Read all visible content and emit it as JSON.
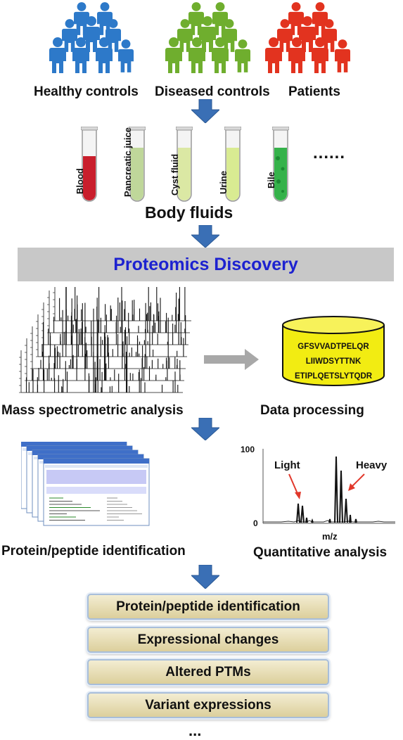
{
  "groups": [
    {
      "label": "Healthy controls",
      "color": "#2d79c9"
    },
    {
      "label": "Diseased controls",
      "color": "#6fae2e"
    },
    {
      "label": "Patients",
      "color": "#e2331f"
    }
  ],
  "fluids": [
    {
      "label": "Blood",
      "color": "#c91e2c"
    },
    {
      "label": "Pancreatic juice",
      "color": "#bfd79a"
    },
    {
      "label": "Cyst fluid",
      "color": "#dbe8a4"
    },
    {
      "label": "Urine",
      "color": "#d9eb92"
    },
    {
      "label": "Bile",
      "color": "#35b24a"
    }
  ],
  "fluids_more": "......",
  "body_fluids_label": "Body fluids",
  "banner": "Proteomics Discovery",
  "ms_label": "Mass spectrometric analysis",
  "data_processing_label": "Data processing",
  "peptides": [
    "GFSVVADTPELQR",
    "LIIWDSYTTNK",
    "ETIPLQETSLYTQDR"
  ],
  "protein_id_label": "Protein/peptide identification",
  "quant": {
    "ytop": "100",
    "yzero": "0",
    "light": "Light",
    "heavy": "Heavy",
    "xlabel": "m/z"
  },
  "quant_label": "Quantitative analysis",
  "results": [
    "Protein/peptide identification",
    "Expressional changes",
    "Altered PTMs",
    "Variant expressions"
  ],
  "results_more": "...",
  "colors": {
    "arrow": "#3a6fb5",
    "cylinder": "#f2ec12",
    "banner_text": "#1d22d0"
  }
}
